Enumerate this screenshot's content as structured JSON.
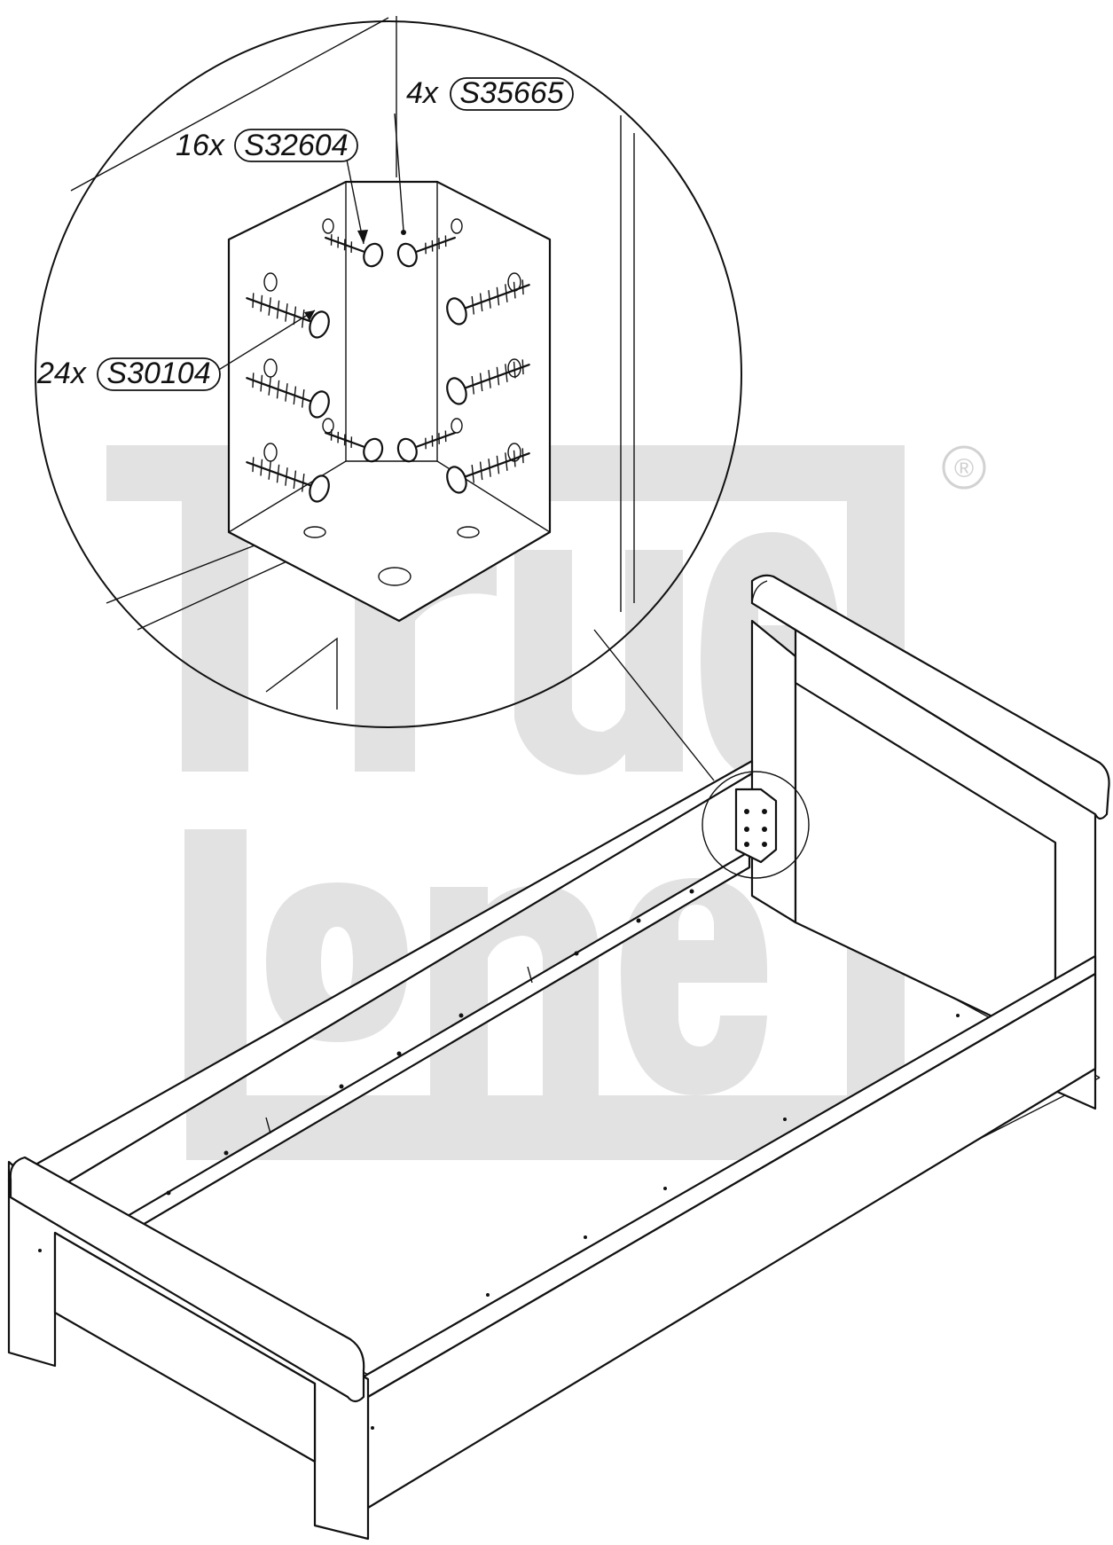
{
  "watermark": {
    "brand_line1": "True",
    "brand_line2": "Lone",
    "registered_mark": "®",
    "color": "#e2e2e2"
  },
  "callouts": [
    {
      "qty": "4x",
      "code": "S35665"
    },
    {
      "qty": "16x",
      "code": "S32604"
    },
    {
      "qty": "24x",
      "code": "S30104"
    }
  ],
  "icons": {
    "screw": "wood-screw-icon",
    "bracket": "corner-bracket-icon",
    "bed": "bed-frame-icon"
  }
}
